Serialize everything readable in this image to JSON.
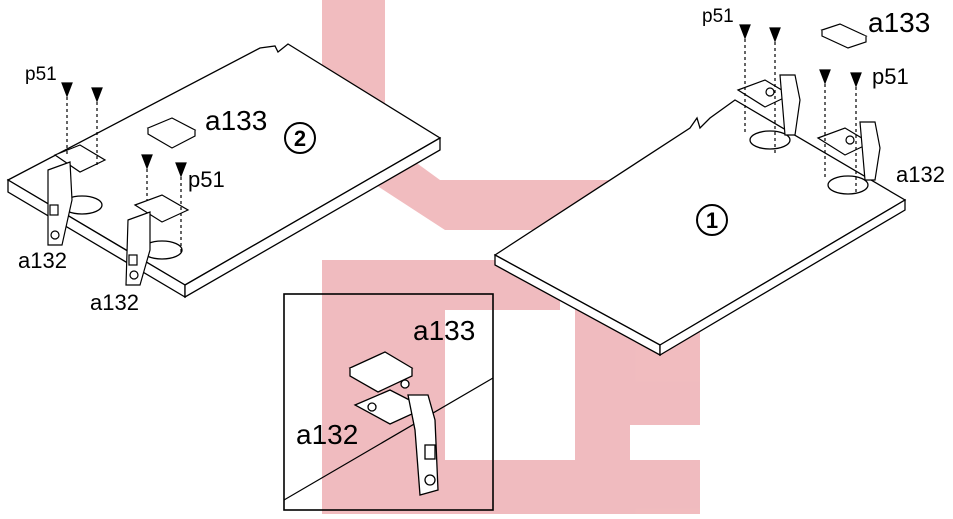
{
  "colors": {
    "watermark": "#eeb0b4",
    "line": "#000000",
    "panel": "#ffffff"
  },
  "steps": {
    "panel1": "1",
    "panel2": "2"
  },
  "panel2": {
    "p51_left": "p51",
    "p51_mid": "p51",
    "a133": "a133",
    "a132_left": "a132",
    "a132_mid": "a132"
  },
  "panel1": {
    "p51_top": "p51",
    "a133": "a133",
    "p51_right": "p51",
    "a132": "a132"
  },
  "detail": {
    "a133": "a133",
    "a132": "a132"
  },
  "watermark": {
    "icon": "logo-watermark"
  }
}
